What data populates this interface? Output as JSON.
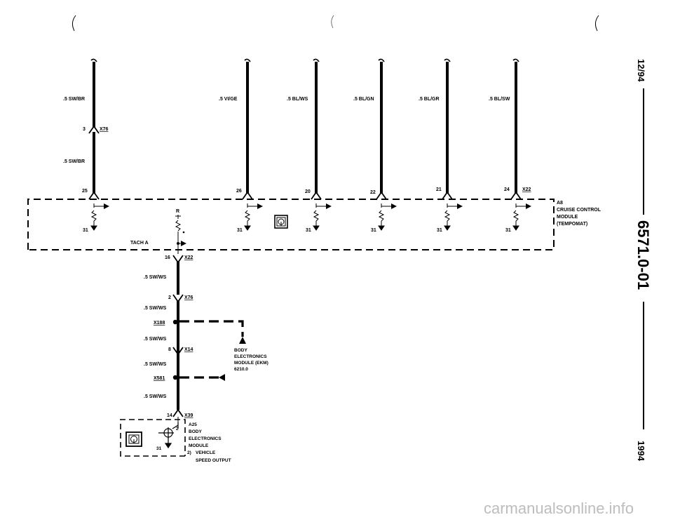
{
  "margin": {
    "date": "12/94",
    "doc_number": "6571.0-01",
    "year": "1994"
  },
  "wires": [
    {
      "id": "w1",
      "label": ".5 SW/BR",
      "pin": "25",
      "ground": "31"
    },
    {
      "id": "w2",
      "label": ".5 VI/GE",
      "pin": "26",
      "ground": "31"
    },
    {
      "id": "w3",
      "label": ".5 BL/WS",
      "pin": "20",
      "ground": "31"
    },
    {
      "id": "w4",
      "label": ".5 BL/GN",
      "pin": "22",
      "ground": "31"
    },
    {
      "id": "w5",
      "label": ".5 BL/GR",
      "pin": "21",
      "ground": "31"
    },
    {
      "id": "w6",
      "label": ".5 BL/SW",
      "pin": "24",
      "ground": "31"
    }
  ],
  "connector_x76_top": {
    "pin": "3",
    "name": "X76",
    "wire_below": ".5 SW/BR"
  },
  "connector_x22": "X22",
  "module_a8": {
    "ref": "A8",
    "line1": "CRUISE CONTROL",
    "line2": "MODULE",
    "line3": "(TEMPOMAT)"
  },
  "tach": {
    "label": "TACH A",
    "r_label": "R",
    "pin": "16",
    "connector": "X22"
  },
  "lower_chain": {
    "wire1": ".5 SW/WS",
    "x76": {
      "pin": "2",
      "name": "X76"
    },
    "wire2": ".5 SW/WS",
    "x188": "X188",
    "wire3": ".5 SW/WS",
    "x14": {
      "pin": "8",
      "name": "X14"
    },
    "wire4": ".5 SW/WS",
    "x581": "X581",
    "wire5": ".5 SW/WS",
    "x39": {
      "pin": "14",
      "name": "X39"
    }
  },
  "ekm": {
    "line1": "BODY",
    "line2": "ELECTRONICS",
    "line3": "MODULE (EKM)",
    "line4": "6210.0"
  },
  "module_a25": {
    "ref": "A25",
    "line1": "BODY",
    "line2": "ELECTRONICS",
    "line3": "MODULE",
    "note_num": "2)",
    "note1": "VEHICLE",
    "note2": "SPEED OUTPUT",
    "pin_out": "2",
    "pin_gnd": "31"
  },
  "watermark": "carmanualsonline.info"
}
